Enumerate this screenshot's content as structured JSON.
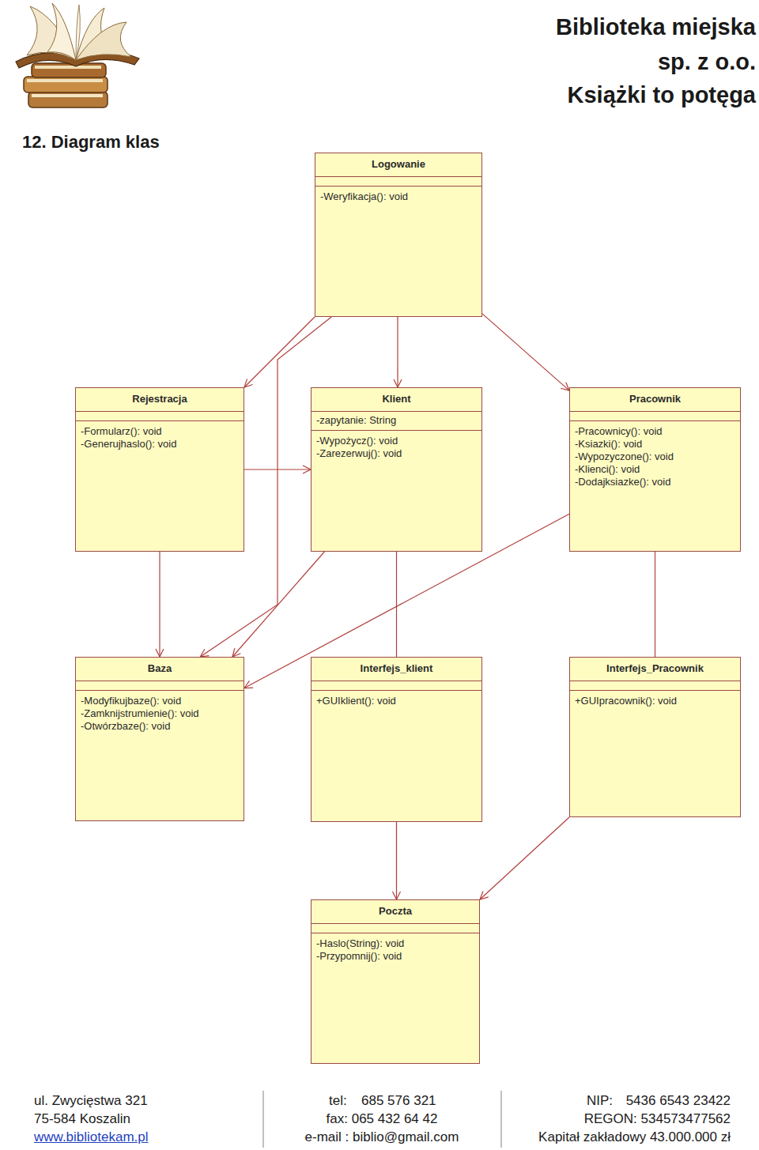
{
  "diagram": {
    "title": "12. Diagram klas",
    "nodes": [
      {
        "text": [
          "Logowanie",
          "-Weryfikacja(): void"
        ]
      },
      {
        "text": [
          "Rejestracja",
          "-Formularz(): void",
          "-Generujhaslo(): void"
        ]
      },
      {
        "text": [
          "Klient",
          "-zapytanie: String",
          "-Wypożycz(): void",
          "-Zarezerwuj(): void"
        ]
      },
      {
        "text": [
          "Pracownik",
          "-Pracownicy(): void",
          "-Ksiazki(): void",
          "-Wypozyczone(): void",
          "-Klienci(): void",
          "-Dodajksiazke(): void"
        ]
      },
      {
        "text": [
          "Baza",
          "-Modyfikujbaze(): void",
          "-Zamknijstrumienie(): void",
          "-Otwórzbaze(): void"
        ]
      },
      {
        "text": [
          "Interfejs_klient",
          "+GUIklient(): void"
        ]
      },
      {
        "text": [
          "Interfejs_Pracownik",
          "+GUIpracownik(): void"
        ]
      },
      {
        "text": [
          "Poczta",
          "-Haslo(String): void",
          "-Przypomnij(): void"
        ]
      }
    ],
    "edges": [
      {
        "from": 0,
        "to": 1,
        "arrow": "to"
      },
      {
        "from": 0,
        "to": 4,
        "arrow": "to"
      },
      {
        "from": 0,
        "to": 2,
        "arrow": "to"
      },
      {
        "from": 0,
        "to": 3,
        "arrow": "to"
      },
      {
        "from": 1,
        "to": 2,
        "arrow": "to"
      },
      {
        "from": 1,
        "to": 4,
        "arrow": "to"
      },
      {
        "from": 2,
        "to": 4,
        "arrow": "to"
      },
      {
        "from": 3,
        "to": 4,
        "arrow": "to"
      },
      {
        "from": 2,
        "to": 5,
        "arrow": "none"
      },
      {
        "from": 3,
        "to": 6,
        "arrow": "none"
      },
      {
        "from": 5,
        "to": 7,
        "arrow": "to"
      },
      {
        "from": 6,
        "to": 7,
        "arrow": "to"
      }
    ],
    "labels": [
      "Biblioteka miejska",
      "sp. z o.o.",
      "Książki to potęga",
      "ul. Zwycięstwa 321",
      "75-584 Koszalin",
      "www.bibliotekam.pl",
      "tel:",
      "685 576 321",
      "fax: 065 432 64 42",
      "e-mail : biblio@gmail.com",
      "NIP:",
      "5436 6543 23422",
      "REGON: 534573477562",
      "Kapitał zakładowy 43.000.000 zł"
    ]
  }
}
